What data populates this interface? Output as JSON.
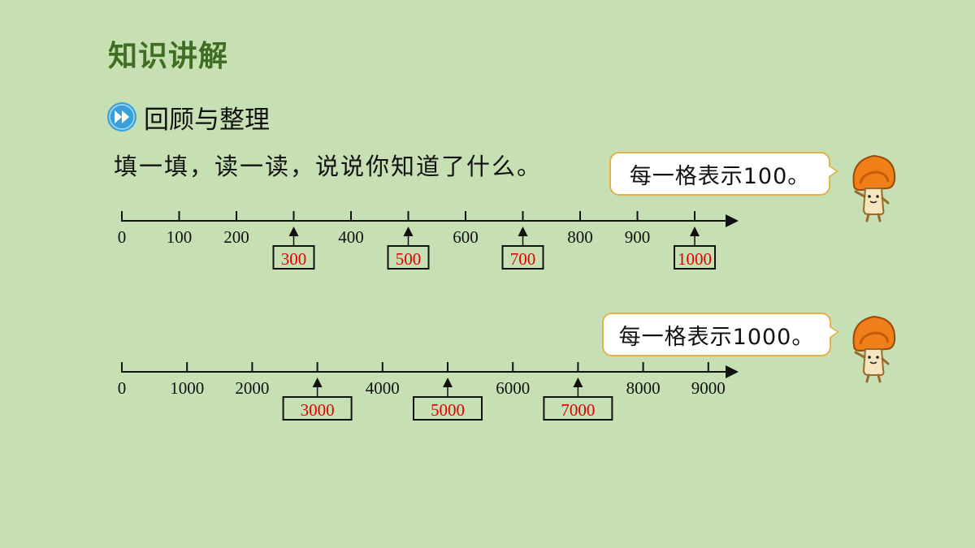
{
  "title": "知识讲解",
  "section": {
    "label": "回顾与整理",
    "icon": "fast-forward-icon"
  },
  "instruction": "填一填，读一读，说说你知道了什么。",
  "colors": {
    "background": "#c6e0b4",
    "title": "#3f6e22",
    "answer": "#e00000",
    "icon": "#3aa0dc",
    "bubble_border": "#e3b24b"
  },
  "line1": {
    "hint": "每一格表示100。",
    "labels": [
      {
        "value": 0,
        "text": "0"
      },
      {
        "value": 100,
        "text": "100"
      },
      {
        "value": 200,
        "text": "200"
      },
      {
        "value": 400,
        "text": "400"
      },
      {
        "value": 600,
        "text": "600"
      },
      {
        "value": 800,
        "text": "800"
      },
      {
        "value": 900,
        "text": "900"
      }
    ],
    "answers": [
      {
        "value": 300,
        "text": "300"
      },
      {
        "value": 500,
        "text": "500"
      },
      {
        "value": 700,
        "text": "700"
      },
      {
        "value": 1000,
        "text": "1000"
      }
    ]
  },
  "line2": {
    "hint": "每一格表示1000。",
    "labels": [
      {
        "value": 0,
        "text": "0"
      },
      {
        "value": 1000,
        "text": "1000"
      },
      {
        "value": 2000,
        "text": "2000"
      },
      {
        "value": 4000,
        "text": "4000"
      },
      {
        "value": 6000,
        "text": "6000"
      },
      {
        "value": 8000,
        "text": "8000"
      },
      {
        "value": 9000,
        "text": "9000"
      }
    ],
    "answers": [
      {
        "value": 3000,
        "text": "3000"
      },
      {
        "value": 5000,
        "text": "5000"
      },
      {
        "value": 7000,
        "text": "7000"
      }
    ]
  }
}
